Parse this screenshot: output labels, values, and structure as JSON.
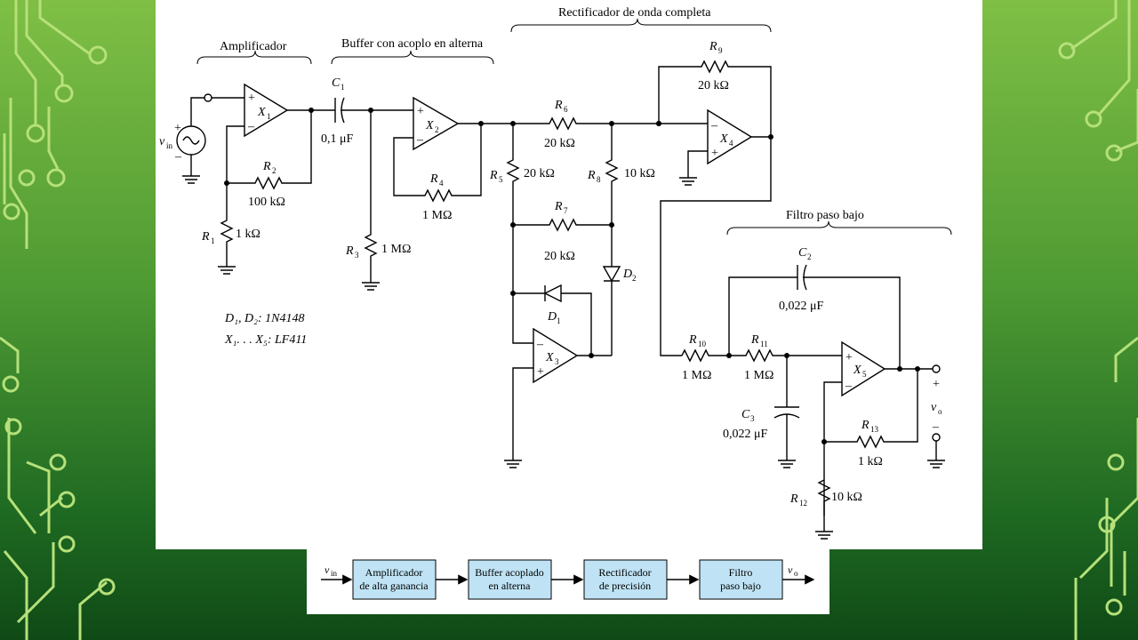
{
  "headers": {
    "amp": "Amplificador",
    "buffer": "Buffer con acoplo en alterna",
    "rect": "Rectificador de onda completa",
    "filter": "Filtro paso bajo"
  },
  "components": {
    "X1": "X",
    "X1_sub": "1",
    "X2": "X",
    "X2_sub": "2",
    "X3": "X",
    "X3_sub": "3",
    "X4": "X",
    "X4_sub": "4",
    "X5": "X",
    "X5_sub": "5",
    "C1": "C",
    "C1_sub": "1",
    "C1_val": "0,1 μF",
    "C2": "C",
    "C2_sub": "2",
    "C2_val": "0,022 μF",
    "C3": "C",
    "C3_sub": "3",
    "C3_val": "0,022 μF",
    "R1": "R",
    "R1_sub": "1",
    "R1_val": "1 kΩ",
    "R2": "R",
    "R2_sub": "2",
    "R2_val": "100 kΩ",
    "R3": "R",
    "R3_sub": "3",
    "R3_val": "1 MΩ",
    "R4": "R",
    "R4_sub": "4",
    "R4_val": "1 MΩ",
    "R5": "R",
    "R5_sub": "5",
    "R5_val": "20 kΩ",
    "R6": "R",
    "R6_sub": "6",
    "R6_val": "20 kΩ",
    "R7": "R",
    "R7_sub": "7",
    "R7_val": "20 kΩ",
    "R8": "R",
    "R8_sub": "8",
    "R8_val": "10 kΩ",
    "R9": "R",
    "R9_sub": "9",
    "R9_val": "20 kΩ",
    "R10": "R",
    "R10_sub": "10",
    "R10_val": "1 MΩ",
    "R11": "R",
    "R11_sub": "11",
    "R11_val": "1 MΩ",
    "R12": "R",
    "R12_sub": "12",
    "R12_val": "10 kΩ",
    "R13": "R",
    "R13_sub": "13",
    "R13_val": "1 kΩ",
    "D1": "D",
    "D1_sub": "1",
    "D2": "D",
    "D2_sub": "2"
  },
  "signals": {
    "vin": "v",
    "vin_sub": "in",
    "vo": "v",
    "vo_sub": "o",
    "plus": "+",
    "minus": "–"
  },
  "notes": {
    "diodes": "D₁, D₂: 1N4148",
    "opamps": "X₁. . . X₅: LF411"
  },
  "block_diagram": {
    "input": "v",
    "input_sub": "in",
    "output": "v",
    "output_sub": "o",
    "blocks": [
      {
        "line1": "Amplificador",
        "line2": "de alta ganancia"
      },
      {
        "line1": "Buffer acoplado",
        "line2": "en alterna"
      },
      {
        "line1": "Rectificador",
        "line2": "de precisión"
      },
      {
        "line1": "Filtro",
        "line2": "paso bajo"
      }
    ]
  }
}
